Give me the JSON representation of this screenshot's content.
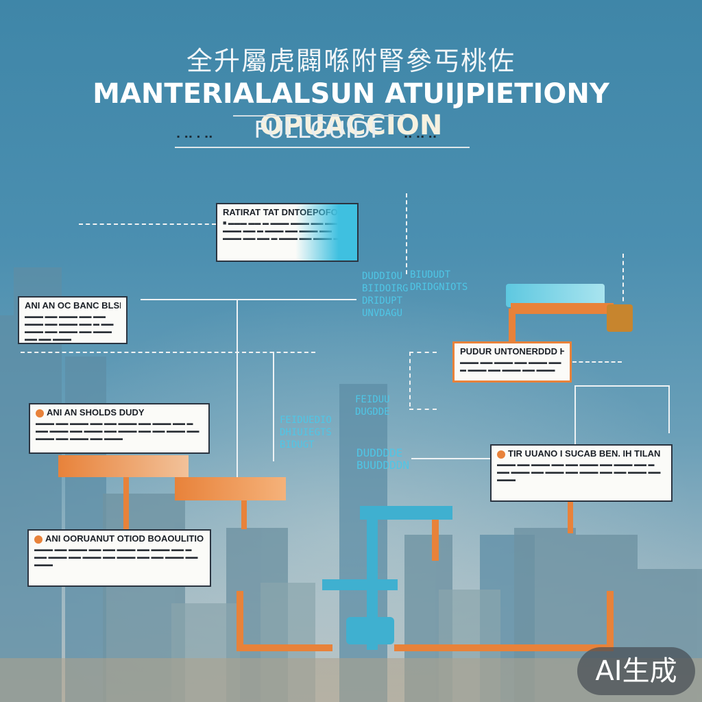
{
  "header": {
    "title_cn": "全升屬虎闢喺附腎參丐桃佐",
    "title_main_a": "MANTERIALALSUN ATUIJPIETIONY",
    "title_main_b": "OPUACCION",
    "subtitle": "FULLGUIDF",
    "sub_marks_left": "▪ ▪▪ ▪ ▪▪",
    "sub_marks_right": "▪▪ ▪▪ ▪▪"
  },
  "cards": {
    "top": {
      "head": "RATIRAT TAT DNTOEPOFONYJIF",
      "body": "■ ▬▬▬ ▬▬ ▬ ▬▬▬ ▬▬▬ ▬▬ ▬▬ ▬▬▬ ▬▬ ▬ ▬▬▬ ▬▬ ▬▬▬ ▬▬ ▬▬▬ ▬▬ ▬▬ ▬ ▬▬▬ ▬▬ ▬▬▬ ▬▬"
    },
    "left1": {
      "head": "ANI AN OC BANC BLSNODN",
      "body": "▬▬▬ ▬▬ ▬▬▬ ▬▬ ▬▬ ▬▬▬ ▬▬ ▬▬▬ ▬▬ ▬ ▬▬ ▬▬▬ ▬▬ ▬▬▬ ▬▬ ▬▬▬ ▬▬ ▬▬ ▬▬▬"
    },
    "right1": {
      "head": "PUDUR UNTONERDDD HOOGR",
      "body": "▬▬▬ ▬▬ ▬▬▬ ▬▬ ▬▬▬ ▬▬ ▬ ▬▬▬ ▬▬ ▬▬▬ ▬▬ ▬▬▬"
    },
    "left2": {
      "head": "ANI AN   SHOLDS DUDY",
      "body": "▬▬▬ ▬▬ ▬▬▬ ▬▬ ▬▬ ▬▬▬ ▬▬ ▬▬▬ ▬▬ ▬ ▬▬ ▬▬▬ ▬▬ ▬▬▬ ▬▬ ▬▬▬ ▬▬ ▬▬ ▬▬▬ ▬▬ ▬▬▬ ▬▬ ▬▬▬ ▬▬ ▬▬▬"
    },
    "right2": {
      "head": "TIR UUANO I SUCAB BEN. IH TILAN",
      "body": "▬▬▬ ▬▬ ▬▬▬ ▬▬ ▬▬ ▬▬▬ ▬▬ ▬▬▬ ▬▬ ▬ ▬▬ ▬▬▬ ▬▬ ▬▬▬ ▬▬ ▬▬▬ ▬▬ ▬▬ ▬▬▬ ▬▬ ▬▬▬"
    },
    "left3": {
      "head": "ANI OORUANUT   OTIOD BOAOULITIOD",
      "body": "▬▬▬ ▬▬ ▬▬▬ ▬▬ ▬▬ ▬▬▬ ▬▬ ▬▬▬ ▬▬ ▬ ▬▬ ▬▬▬ ▬▬ ▬▬▬ ▬▬ ▬▬▬ ▬▬ ▬▬ ▬▬▬ ▬▬ ▬▬▬"
    }
  },
  "floating_labels": {
    "a": "DUDDIOU\nBIIDOIRG\nDRIDUPT\nUNVDAGU",
    "b": "BIUDUDT\nDRIDGNIOTS",
    "c": "FEIDUEDIO\nDHIUIEGTS\nBIDUGT",
    "d": "FEIDUU\nDUGDDE",
    "e": "DUDDDDE\nBUUDDDDN"
  },
  "badge": {
    "text": "AI生成"
  },
  "colors": {
    "orange": "#e8823a",
    "teal": "#3fc0e0",
    "bg": "#4b8fb0"
  }
}
